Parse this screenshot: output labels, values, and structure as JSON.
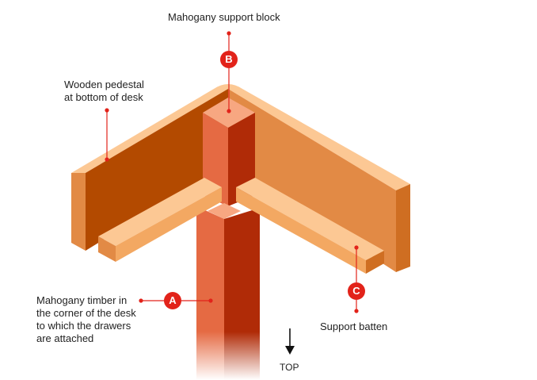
{
  "labels": {
    "support_block": "Mahogany support block",
    "pedestal": [
      "Wooden pedestal",
      "at bottom of desk"
    ],
    "timber": [
      "Mahogany timber in",
      "the corner of the desk",
      "to which the drawers",
      "are attached"
    ],
    "batten": "Support batten",
    "top": "TOP"
  },
  "markers": {
    "a": "A",
    "b": "B",
    "c": "C"
  },
  "colors": {
    "marker_red": "#e2231a",
    "wood_top": "#fcc894",
    "wood_dark": "#b34a00",
    "wood_mid": "#e28a45",
    "wood_light": "#f3a862",
    "timber_front": "#e56a43",
    "timber_side": "#b02b07"
  }
}
